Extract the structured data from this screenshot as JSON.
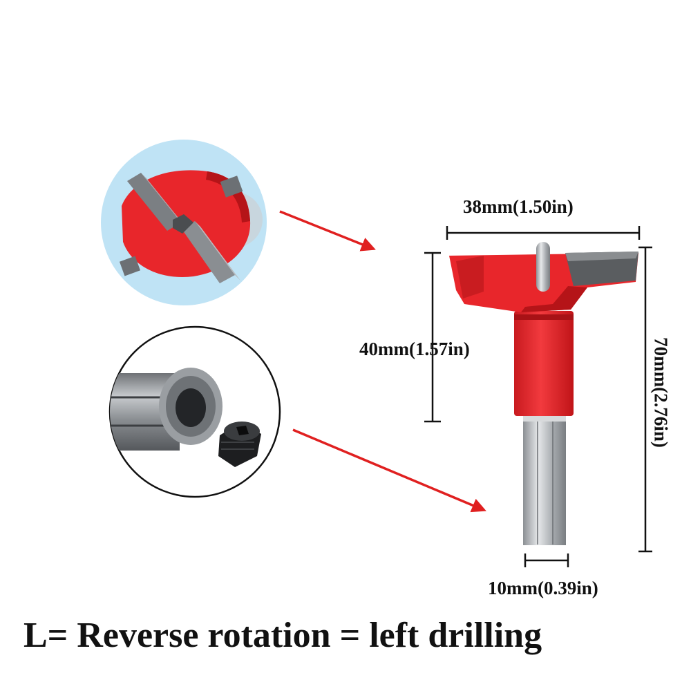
{
  "dimensions": {
    "width": "38mm(1.50in)",
    "body_length": "40mm(1.57in)",
    "total_length": "70mm(2.76in)",
    "shank": "10mm(0.39in)"
  },
  "caption": "L= Reverse rotation = left drilling",
  "icons": {
    "arrow": "arrow-icon",
    "cutter_closeup": "cutter-head-closeup",
    "shank_closeup": "shank-set-screw-closeup"
  },
  "colors": {
    "body_red": "#e8262b",
    "arrow_red": "#e02020",
    "carbide_gray": "#5a5d60",
    "steel": "#b9bcbf",
    "closeup_bg": "#bfe3f5"
  }
}
